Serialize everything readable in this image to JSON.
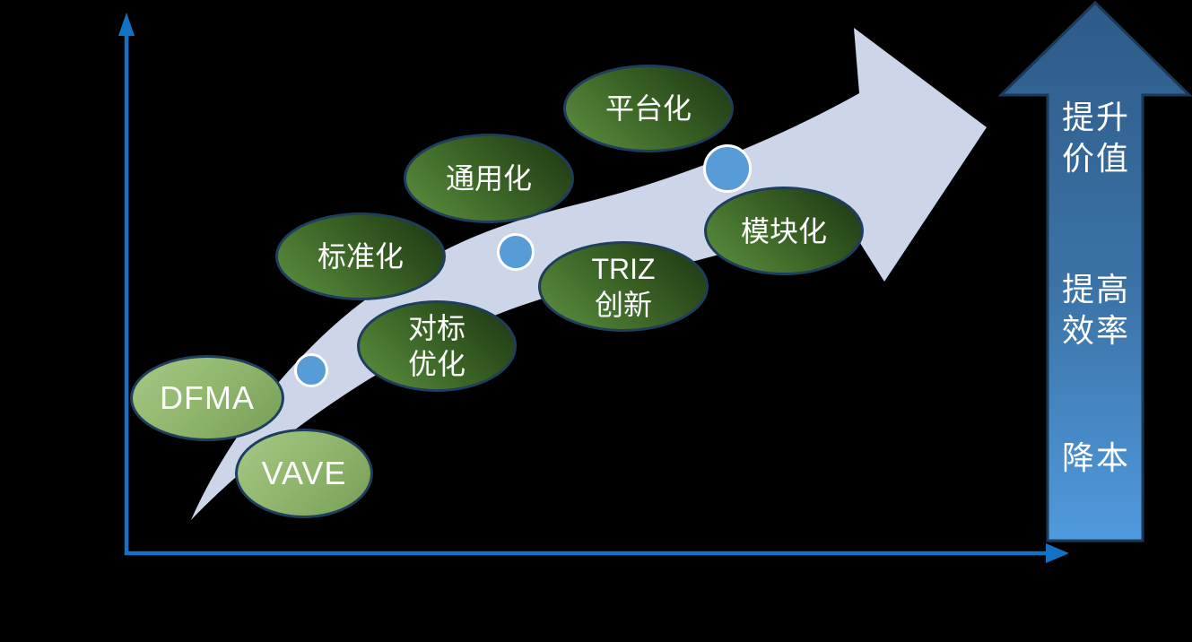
{
  "diagram": {
    "description_visible_text_only": true,
    "bubbles": [
      {
        "id": "dfma",
        "style": "light",
        "lines": [
          "DFMA"
        ]
      },
      {
        "id": "vave",
        "style": "light",
        "lines": [
          "VAVE"
        ]
      },
      {
        "id": "duibiao-youhua",
        "style": "dark",
        "lines": [
          "对标",
          "优化"
        ]
      },
      {
        "id": "biaozhunhua",
        "style": "dark",
        "lines": [
          "标准化"
        ]
      },
      {
        "id": "triz-chuangxin",
        "style": "dark",
        "lines": [
          "TRIZ",
          "创新"
        ]
      },
      {
        "id": "tongyonghua",
        "style": "dark",
        "lines": [
          "通用化"
        ]
      },
      {
        "id": "pingtaihua",
        "style": "dark",
        "lines": [
          "平台化"
        ]
      },
      {
        "id": "mokuaihua",
        "style": "dark",
        "lines": [
          "模块化"
        ]
      }
    ],
    "milestone_dots": [
      {
        "id": "dot-1"
      },
      {
        "id": "dot-2"
      },
      {
        "id": "dot-3"
      }
    ],
    "value_arrow": {
      "labels": [
        {
          "lines": [
            "提升",
            "价值"
          ]
        },
        {
          "lines": [
            "提高",
            "效率"
          ]
        },
        {
          "lines": [
            "降本"
          ]
        }
      ]
    },
    "colors": {
      "background": "#000000",
      "axis_blue": "#1273c5",
      "swoosh_fill": "#cdd6e9",
      "dot_fill": "#579bd7",
      "dot_ring": "#ffffff",
      "bubble_border": "#1f3e5d",
      "bubble_dark_gradient": [
        "#5d9040",
        "#1c3512"
      ],
      "bubble_light_gradient": [
        "#a6c884",
        "#769e55"
      ],
      "value_arrow_gradient": [
        "#2d5a88",
        "#509ade"
      ],
      "value_arrow_border": "#1b3a58",
      "label_text": "#ffffff"
    }
  }
}
